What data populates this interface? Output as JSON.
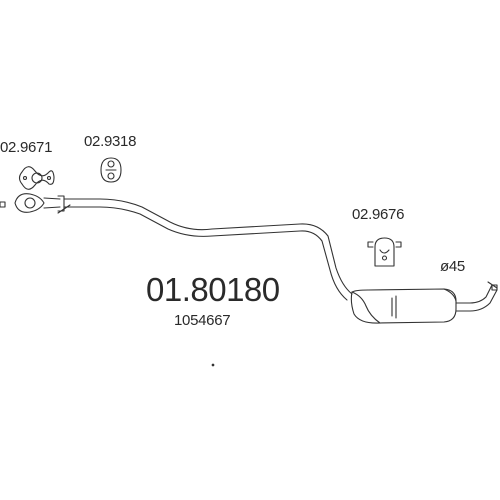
{
  "diagram": {
    "part_number": "01.80180",
    "oem_number": "1054667",
    "diameter_label": "ø45",
    "callouts": {
      "gasket": "02.9671",
      "hanger": "02.9318",
      "rubber_mount": "02.9676"
    }
  },
  "colors": {
    "line": "#333333",
    "text": "#2a2a2a",
    "background": "#ffffff"
  }
}
